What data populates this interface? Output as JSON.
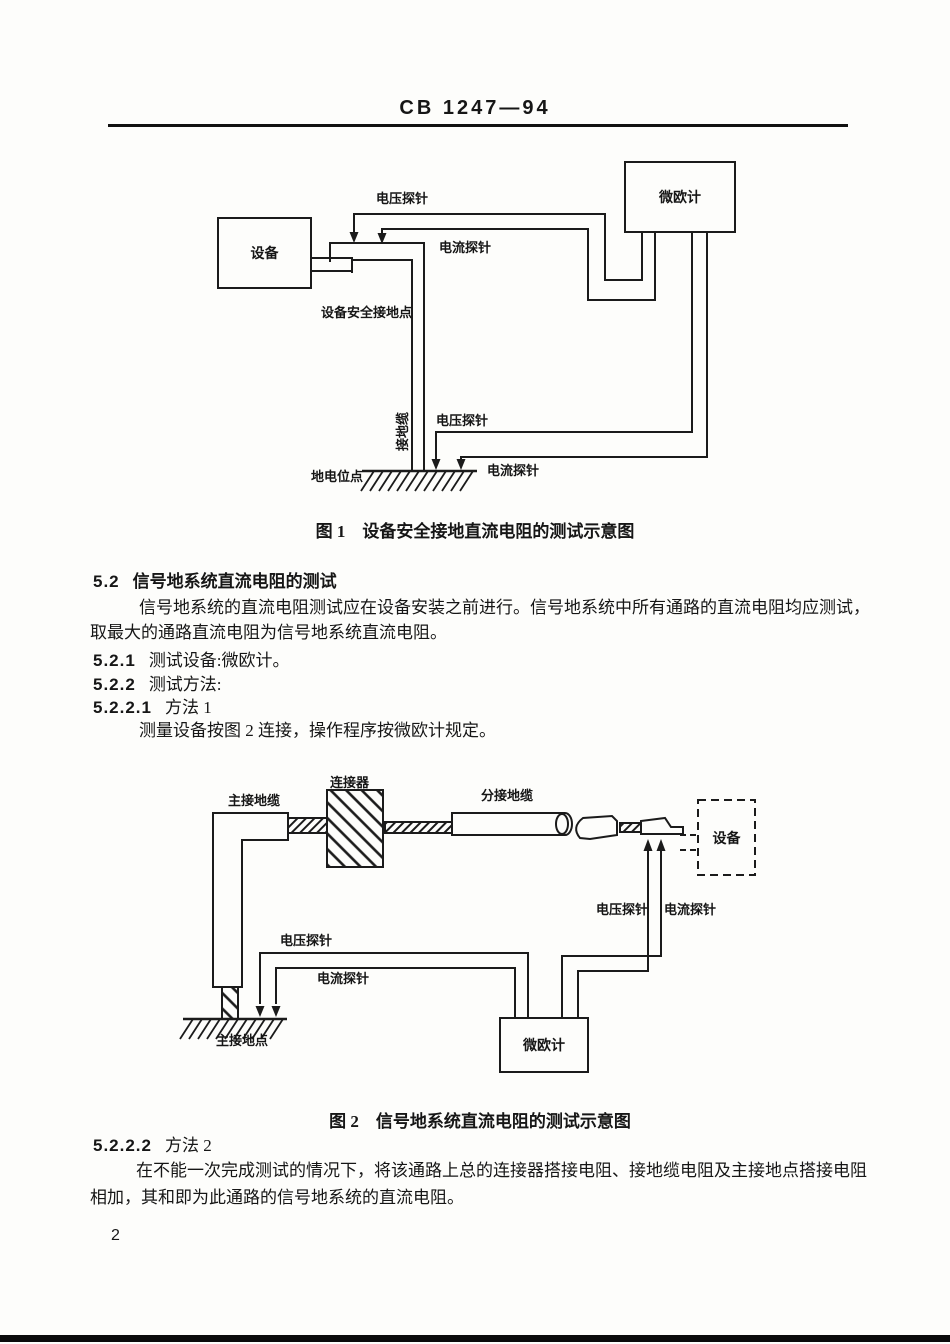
{
  "page": {
    "code": "CB 1247—94",
    "page_number": "2"
  },
  "figure1": {
    "caption": "图 1　设备安全接地直流电阻的测试示意图",
    "labels": {
      "equipment": "设备",
      "micro_ohmmeter": "微欧计",
      "voltage_probe_top": "电压探针",
      "current_probe_top": "电流探针",
      "safety_ground_point": "设备安全接地点",
      "ground_cable": "接地缆",
      "voltage_probe_bottom": "电压探针",
      "current_probe_bottom": "电流探针",
      "earth_potential_point": "地电位点"
    }
  },
  "body": {
    "s52_num": "5.2",
    "s52_title": "信号地系统直流电阻的测试",
    "p1_line1": "信号地系统的直流电阻测试应在设备安装之前进行。信号地系统中所有通路的直流电阻均应测试，",
    "p1_line2": "取最大的通路直流电阻为信号地系统直流电阻。",
    "s521_num": "5.2.1",
    "s521_text": "测试设备:微欧计。",
    "s522_num": "5.2.2",
    "s522_text": "测试方法:",
    "s5221_num": "5.2.2.1",
    "s5221_text": "方法 1",
    "p2": "测量设备按图 2 连接，操作程序按微欧计规定。",
    "s5222_num": "5.2.2.2",
    "s5222_text": "方法 2",
    "p3_line1": "在不能一次完成测试的情况下，将该通路上总的连接器搭接电阻、接地缆电阻及主接地点搭接电阻",
    "p3_line2": "相加，其和即为此通路的信号地系统的直流电阻。"
  },
  "figure2": {
    "caption": "图 2　信号地系统直流电阻的测试示意图",
    "labels": {
      "main_ground_cable": "主接地缆",
      "connector": "连接器",
      "branch_ground_cable": "分接地缆",
      "equipment": "设备",
      "voltage_probe_right": "电压探针",
      "current_probe_right": "电流探针",
      "voltage_probe_left": "电压探针",
      "current_probe_left": "电流探针",
      "micro_ohmmeter": "微欧计",
      "main_ground_point": "主接地点"
    }
  }
}
